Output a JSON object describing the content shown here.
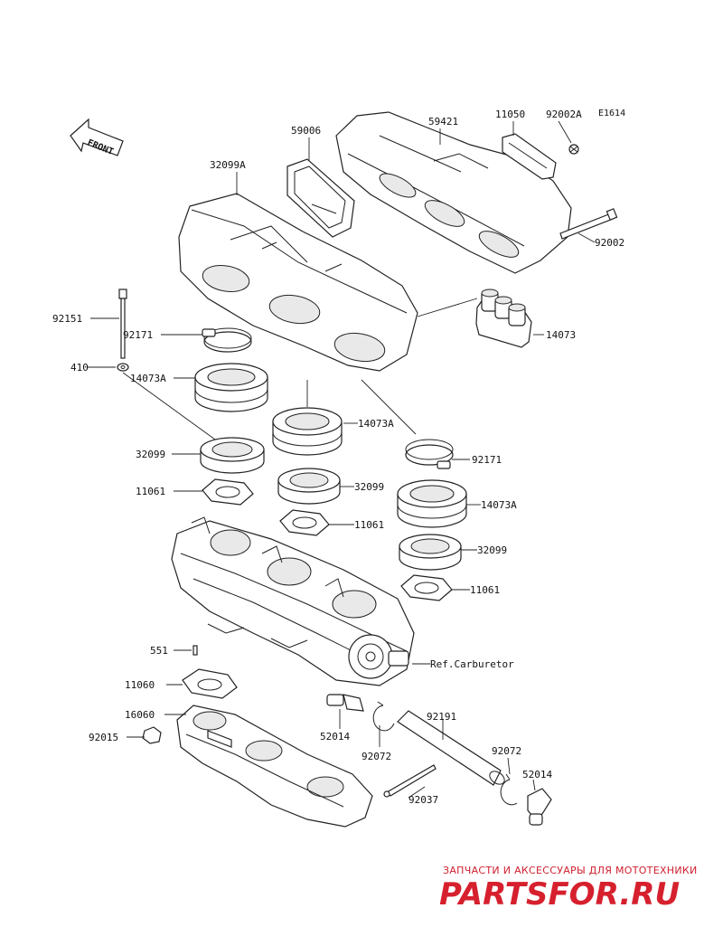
{
  "diagram_code": "E1614",
  "front_label": "FRONT",
  "part_labels": {
    "p59006": "59006",
    "p59421": "59421",
    "p11050": "11050",
    "p92002A": "92002A",
    "p32099A": "32099A",
    "p92002": "92002",
    "p92151": "92151",
    "p92171_a": "92171",
    "p14073": "14073",
    "p410": "410",
    "p14073A_a": "14073A",
    "p14073A_b": "14073A",
    "p32099_a": "32099",
    "p92171_b": "92171",
    "p11061_a": "11061",
    "p32099_b": "32099",
    "p14073A_c": "14073A",
    "p11061_b": "11061",
    "p32099_c": "32099",
    "p11061_c": "11061",
    "p551": "551",
    "ref_carburetor": "Ref.Carburetor",
    "p11060": "11060",
    "p16060": "16060",
    "p92191": "92191",
    "p92015": "92015",
    "p52014_a": "52014",
    "p92072_a": "92072",
    "p92072_b": "92072",
    "p52014_b": "52014",
    "p92037": "92037"
  },
  "watermark": {
    "tagline": "ЗАПЧАСТИ И АКСЕССУАРЫ ДЛЯ МОТОТЕХНИКИ",
    "brand": "PARTSFOR.RU",
    "color": "#d6202e"
  }
}
